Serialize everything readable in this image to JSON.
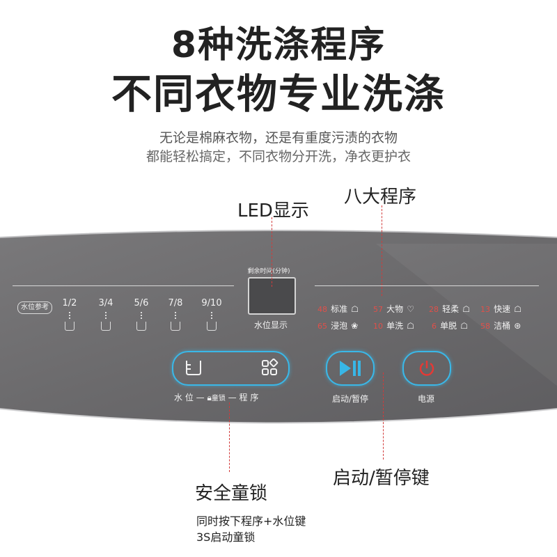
{
  "headline": {
    "line1": "8种洗涤程序",
    "line2": "不同衣物专业洗涤"
  },
  "subtitle": {
    "line1": "无论是棉麻衣物，还是有重度污渍的衣物",
    "line2": "都能轻松搞定，不同衣物分开洗，净衣更护衣"
  },
  "callouts": {
    "led": "LED显示",
    "programs": "八大程序",
    "child_lock": "安全童锁",
    "start_pause": "启动/暂停键"
  },
  "child_lock_note": {
    "line1": "同时按下程序+水位键",
    "line2": "3S启动童锁"
  },
  "panel": {
    "water_ref": "水位参考",
    "water_levels": [
      "1/2",
      "3/4",
      "5/6",
      "7/8",
      "9/10"
    ],
    "display_title": "剩余时间(分钟)",
    "display_caption": "水位显示",
    "programs": [
      {
        "num": "48",
        "label": "标准",
        "icon": "shirt-icon"
      },
      {
        "num": "57",
        "label": "大物",
        "icon": "bedding-icon"
      },
      {
        "num": "28",
        "label": "轻柔",
        "icon": "delicate-icon"
      },
      {
        "num": "13",
        "label": "快速",
        "icon": "quick-icon"
      },
      {
        "num": "65",
        "label": "浸泡",
        "icon": "soak-icon"
      },
      {
        "num": "10",
        "label": "单洗",
        "icon": "wash-icon"
      },
      {
        "num": "6",
        "label": "单脱",
        "icon": "spin-icon"
      },
      {
        "num": "58",
        "label": "洁桶",
        "icon": "drum-clean-icon"
      }
    ],
    "water_prog_caption": {
      "water": "水 位",
      "lock": "童锁",
      "program": "程 序"
    },
    "start_caption": "启动/暂停",
    "power_caption": "电源"
  },
  "colors": {
    "panel": "#6e6e70",
    "accent_blue": "#38b6e6",
    "power_red": "#e53935",
    "callout_line": "#d23a3a"
  }
}
